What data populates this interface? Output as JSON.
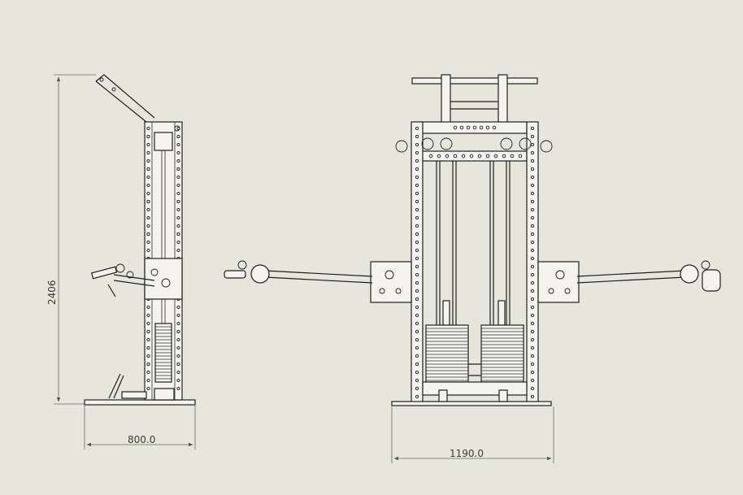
{
  "dimensions": {
    "height_label": "2406",
    "side_width_label": "800.0",
    "front_width_label": "1190.0"
  },
  "colors": {
    "background": "#e7e6dd",
    "line": "#1f1f1f",
    "dimension": "#6a6a6a"
  }
}
